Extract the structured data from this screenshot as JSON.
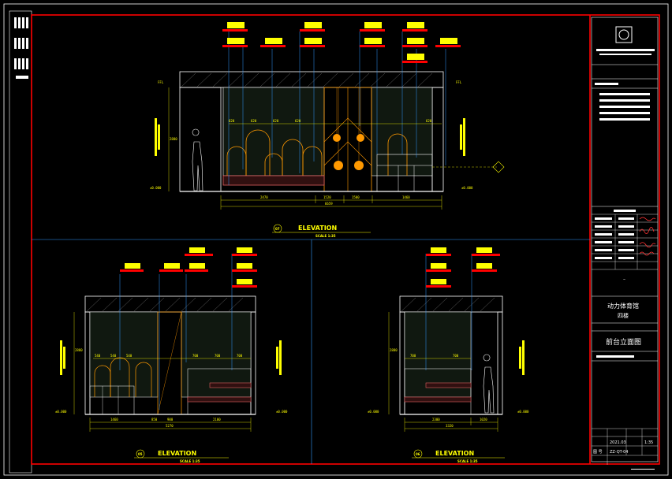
{
  "drawing": {
    "colors": {
      "background": "#000000",
      "frame": "#ff0000",
      "outline": "#ffffff",
      "dimension": "#ffff00",
      "leader": "#3399ff",
      "wall": "#808080",
      "seat": "#e06060",
      "lamp": "#ff9900",
      "panel": "#1a2a1a"
    },
    "elevation_top": {
      "title": "ELEVATION",
      "number": "07",
      "scale_label": "SCALE 1:35",
      "overall_dim": "6659",
      "dims": [
        "2470",
        "1520",
        "1500",
        "1460"
      ],
      "upper_dims": [
        "620",
        "620",
        "620",
        "620",
        "620"
      ],
      "height_dim": "2880",
      "left_level": "±0.000",
      "right_level": "±0.000",
      "ref_label": "FFL"
    },
    "elevation_left": {
      "title": "ELEVATION",
      "number": "05",
      "scale_label": "SCALE 1:35",
      "overall_dim": "5270",
      "dims": [
        "1460",
        "850",
        "900",
        "2100"
      ],
      "upper_dims": [
        "540",
        "540",
        "540",
        "700",
        "700",
        "700"
      ],
      "height_dim": "2880",
      "left_level": "±0.000",
      "right_level": "±0.000"
    },
    "elevation_right": {
      "title": "ELEVATION",
      "number": "06",
      "scale_label": "SCALE 1:35",
      "overall_dim": "3320",
      "dims": [
        "2300",
        "1020"
      ],
      "upper_dims": [
        "700",
        "700"
      ],
      "height_dim": "2880",
      "left_level": "±0.000",
      "right_level": "±0.000"
    },
    "title_block": {
      "project_name": "动力体育馆",
      "floor": "四楼",
      "sheet_title": "前台立面图",
      "date": "2021.03",
      "scale": "1:35",
      "sheet_no_label": "图 号",
      "sheet_no": "ZZ-QT-04",
      "dash": "–"
    }
  }
}
